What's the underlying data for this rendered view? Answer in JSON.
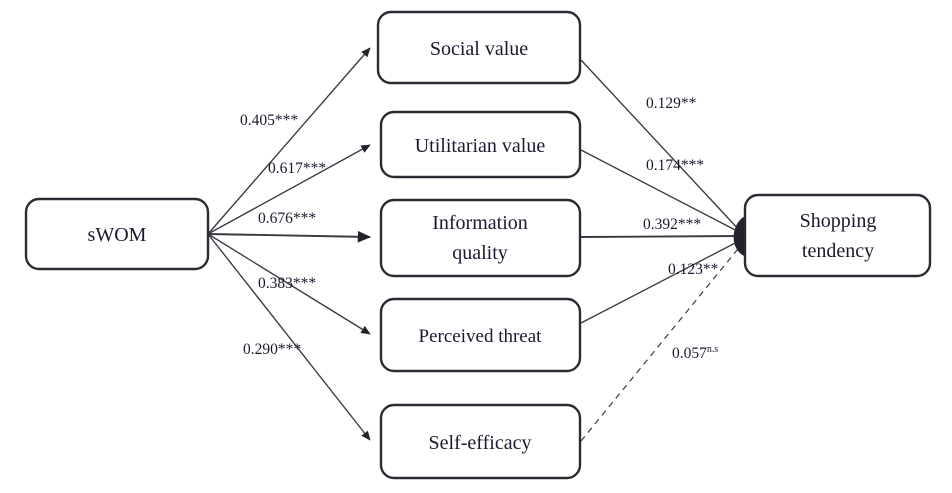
{
  "figure": {
    "type": "path-diagram",
    "title": "",
    "background_color": "#ffffff",
    "box_stroke_color": "#2b2b33",
    "edge_color": "#3a3a44",
    "text_color": "#1a1a2e"
  },
  "nodes": {
    "predictor": {
      "id": "swom",
      "label": "sWOM"
    },
    "mediators": [
      {
        "id": "social_value",
        "label": "Social value"
      },
      {
        "id": "utilitarian_value",
        "label": "Utilitarian value"
      },
      {
        "id": "information_quality",
        "label_line1": "Information",
        "label_line2": "quality",
        "label": "Information quality"
      },
      {
        "id": "perceived_threat",
        "label": "Perceived threat"
      },
      {
        "id": "self_efficacy",
        "label": "Self-efficacy"
      }
    ],
    "outcome": {
      "id": "shopping_tendency",
      "label_line1": "Shopping",
      "label_line2": "tendency",
      "label": "Shopping tendency"
    }
  },
  "paths": [
    {
      "id": "p1",
      "from": "sWOM",
      "to": "Social value",
      "coefficient": "0.405",
      "significance": "***",
      "label": "0.405***",
      "style": "solid"
    },
    {
      "id": "p2",
      "from": "sWOM",
      "to": "Utilitarian value",
      "coefficient": "0.617",
      "significance": "***",
      "label": "0.617***",
      "style": "solid"
    },
    {
      "id": "p3",
      "from": "sWOM",
      "to": "Information quality",
      "coefficient": "0.676",
      "significance": "***",
      "label": "0.676***",
      "style": "solid"
    },
    {
      "id": "p4",
      "from": "sWOM",
      "to": "Perceived threat",
      "coefficient": "0.383",
      "significance": "***",
      "label": "0.383***",
      "style": "solid"
    },
    {
      "id": "p5",
      "from": "sWOM",
      "to": "Self-efficacy",
      "coefficient": "0.290",
      "significance": "***",
      "label": "0.290***",
      "style": "solid"
    },
    {
      "id": "p6",
      "from": "Social value",
      "to": "Shopping tendency",
      "coefficient": "0.129",
      "significance": "**",
      "label": "0.129**",
      "style": "solid"
    },
    {
      "id": "p7",
      "from": "Utilitarian value",
      "to": "Shopping tendency",
      "coefficient": "0.174",
      "significance": "***",
      "label": "0.174***",
      "style": "solid"
    },
    {
      "id": "p8",
      "from": "Information quality",
      "to": "Shopping tendency",
      "coefficient": "0.392",
      "significance": "***",
      "label": "0.392***",
      "style": "solid"
    },
    {
      "id": "p9",
      "from": "Perceived threat",
      "to": "Shopping tendency",
      "coefficient": "0.123",
      "significance": "**",
      "label": "0.123**",
      "style": "solid"
    },
    {
      "id": "p10",
      "from": "Self-efficacy",
      "to": "Shopping tendency",
      "coefficient": "0.057",
      "significance": "n.s",
      "label": "0.057",
      "label_sup": "n.s",
      "style": "dashed"
    }
  ]
}
